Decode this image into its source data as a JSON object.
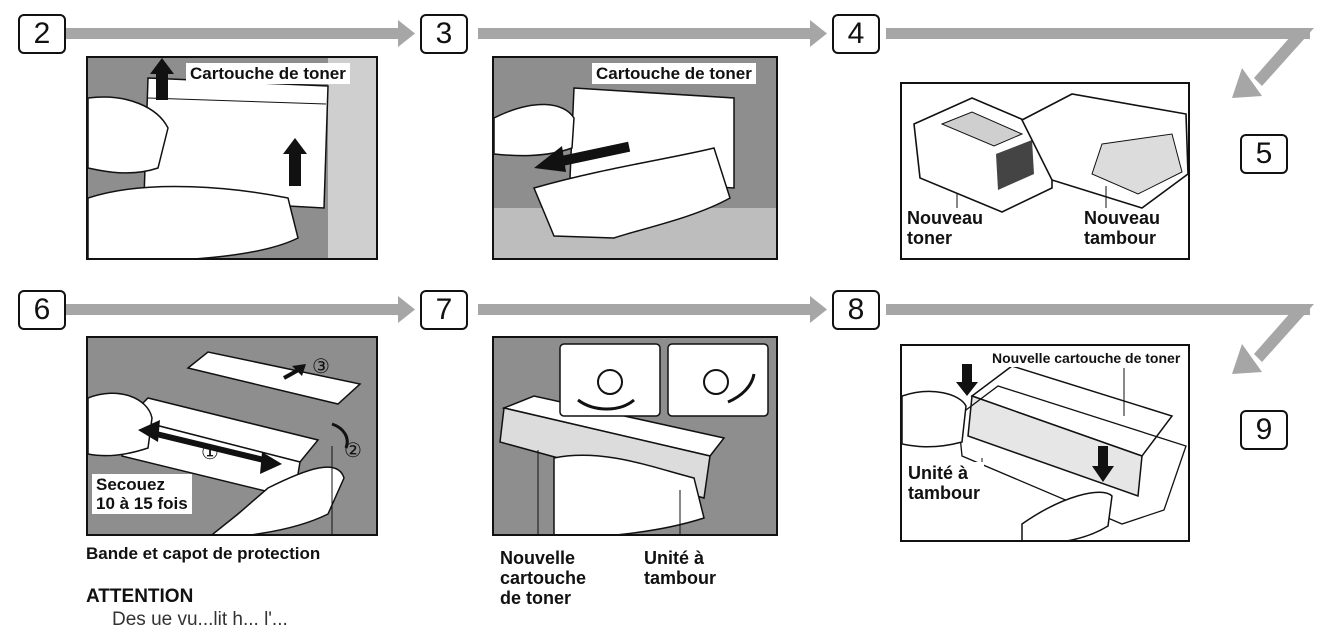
{
  "steps": {
    "s2": "2",
    "s3": "3",
    "s4": "4",
    "s5": "5",
    "s6": "6",
    "s7": "7",
    "s8": "8",
    "s9": "9"
  },
  "panel2": {
    "label": "Cartouche de toner"
  },
  "panel3": {
    "label": "Cartouche de toner"
  },
  "panel4": {
    "toner_l1": "Nouveau",
    "toner_l2": "toner",
    "drum_l1": "Nouveau",
    "drum_l2": "tambour"
  },
  "panel6": {
    "n1": "①",
    "n2": "②",
    "n3": "③",
    "shake_l1": "Secouez",
    "shake_l2": "10 à 15 fois",
    "caption": "Bande et capot de protection"
  },
  "panel7": {
    "new_l1": "Nouvelle",
    "new_l2": "cartouche",
    "new_l3": "de toner",
    "drum_l1": "Unité à",
    "drum_l2": "tambour"
  },
  "panel8": {
    "new_label": "Nouvelle cartouche de toner",
    "drum_l1": "Unité à",
    "drum_l2": "tambour"
  },
  "attention": {
    "title": "ATTENTION",
    "cut_text": "Des     ue vu...lit h... l'..."
  },
  "colors": {
    "arrow": "#a6a6a6",
    "panel_bg": "#8e8e8e",
    "border": "#111111"
  }
}
